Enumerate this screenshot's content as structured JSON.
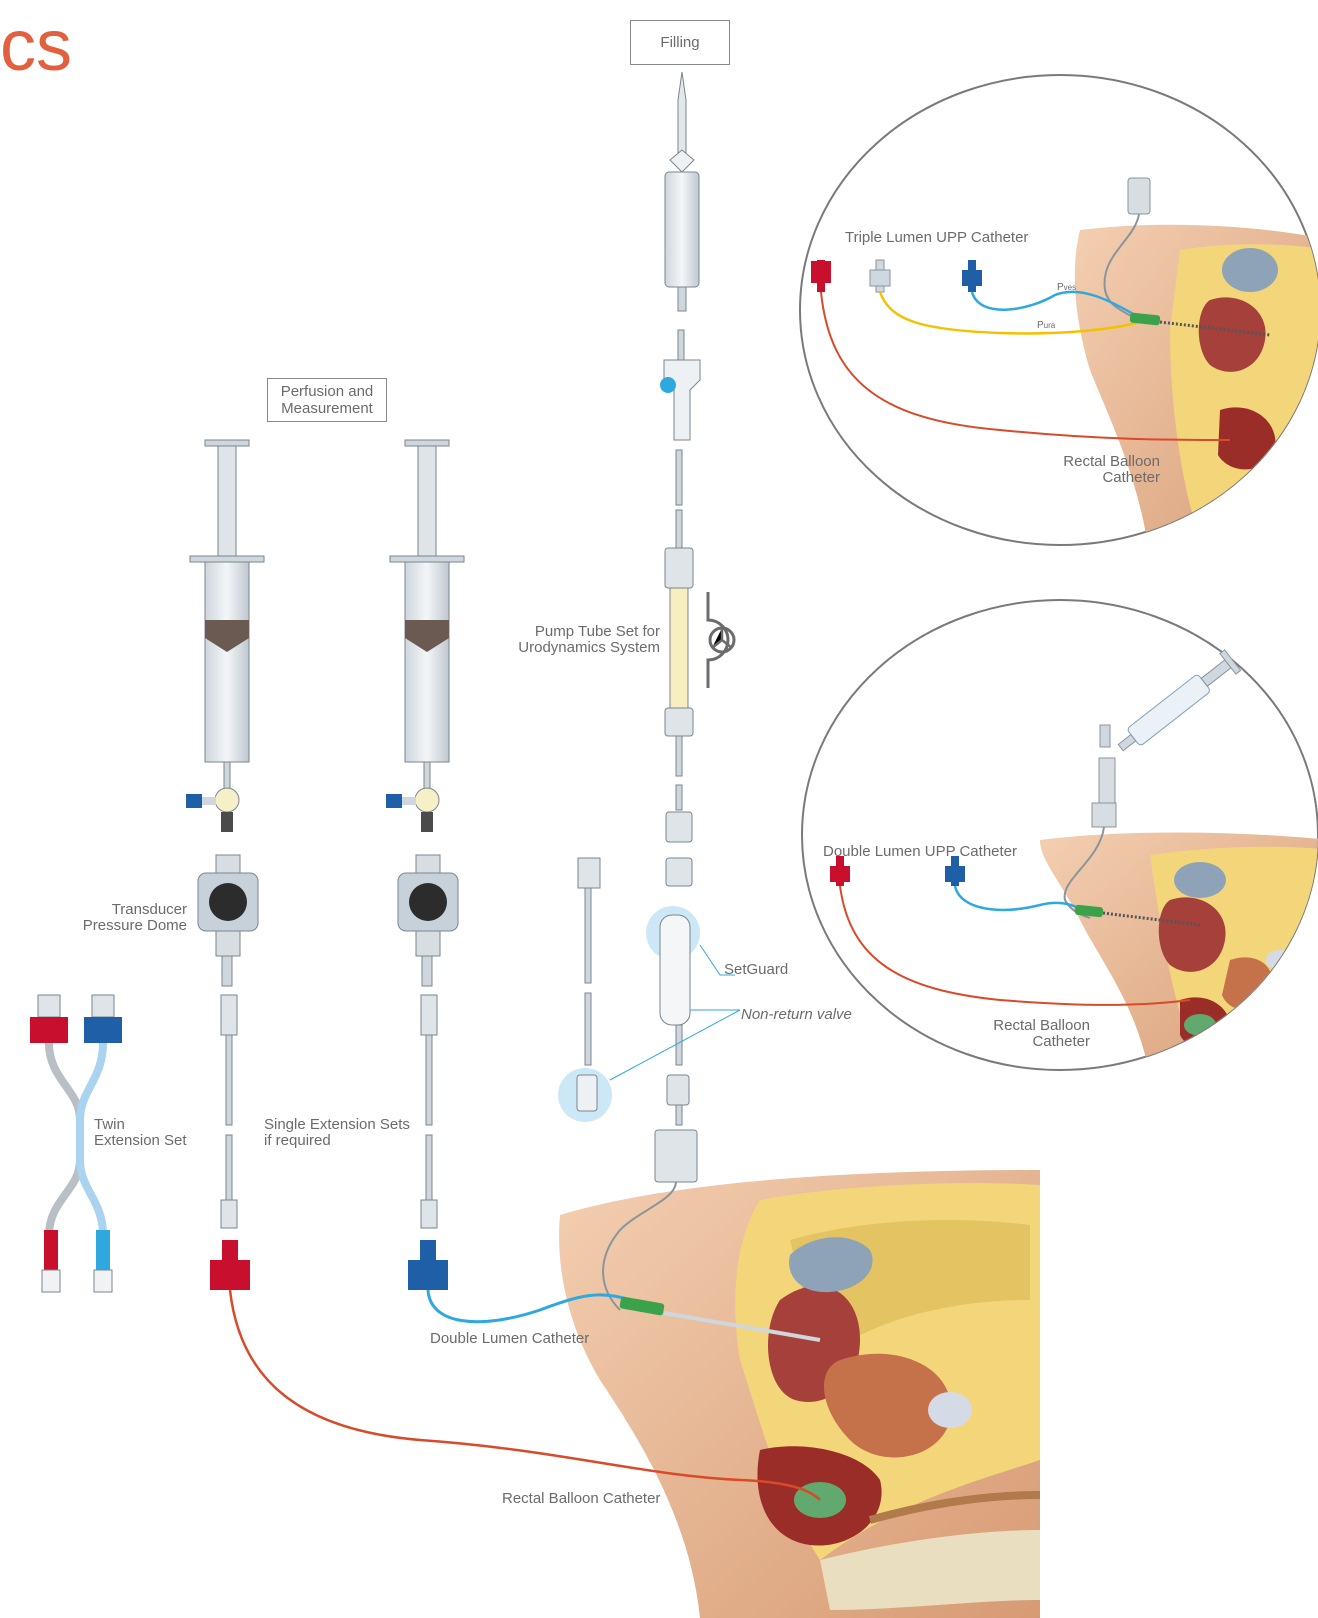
{
  "heading": "cs",
  "colors": {
    "accent": "#e3603f",
    "red_line": "#d84a2a",
    "blue_line": "#2fa8e0",
    "yellow_line": "#f2c200",
    "connector_red": "#c8102e",
    "connector_blue": "#1f5fa8",
    "tissue": "#e7b48d",
    "label_gray": "#6b6b6b"
  },
  "labels": {
    "filling": "Filling",
    "perfusion": "Perfusion and\nMeasurement",
    "pump_tube": "Pump Tube Set for\nUrodynamics System",
    "transducer": "Transducer\nPressure Dome",
    "twin_extension": "Twin\nExtension Set",
    "single_extension": "Single Extension Sets\nif required",
    "setguard": "SetGuard",
    "non_return": "Non-return valve",
    "double_lumen": "Double Lumen Catheter",
    "rectal_balloon": "Rectal Balloon Catheter",
    "triple_lumen_upp": "Triple Lumen UPP Catheter",
    "rectal_balloon_top": "Rectal Balloon\nCatheter",
    "double_lumen_upp": "Double Lumen UPP Catheter",
    "rectal_balloon_mid": "Rectal Balloon\nCatheter",
    "p_ves": "P",
    "p_ves_sub": "ves",
    "p_ura": "P",
    "p_ura_sub": "ura"
  }
}
